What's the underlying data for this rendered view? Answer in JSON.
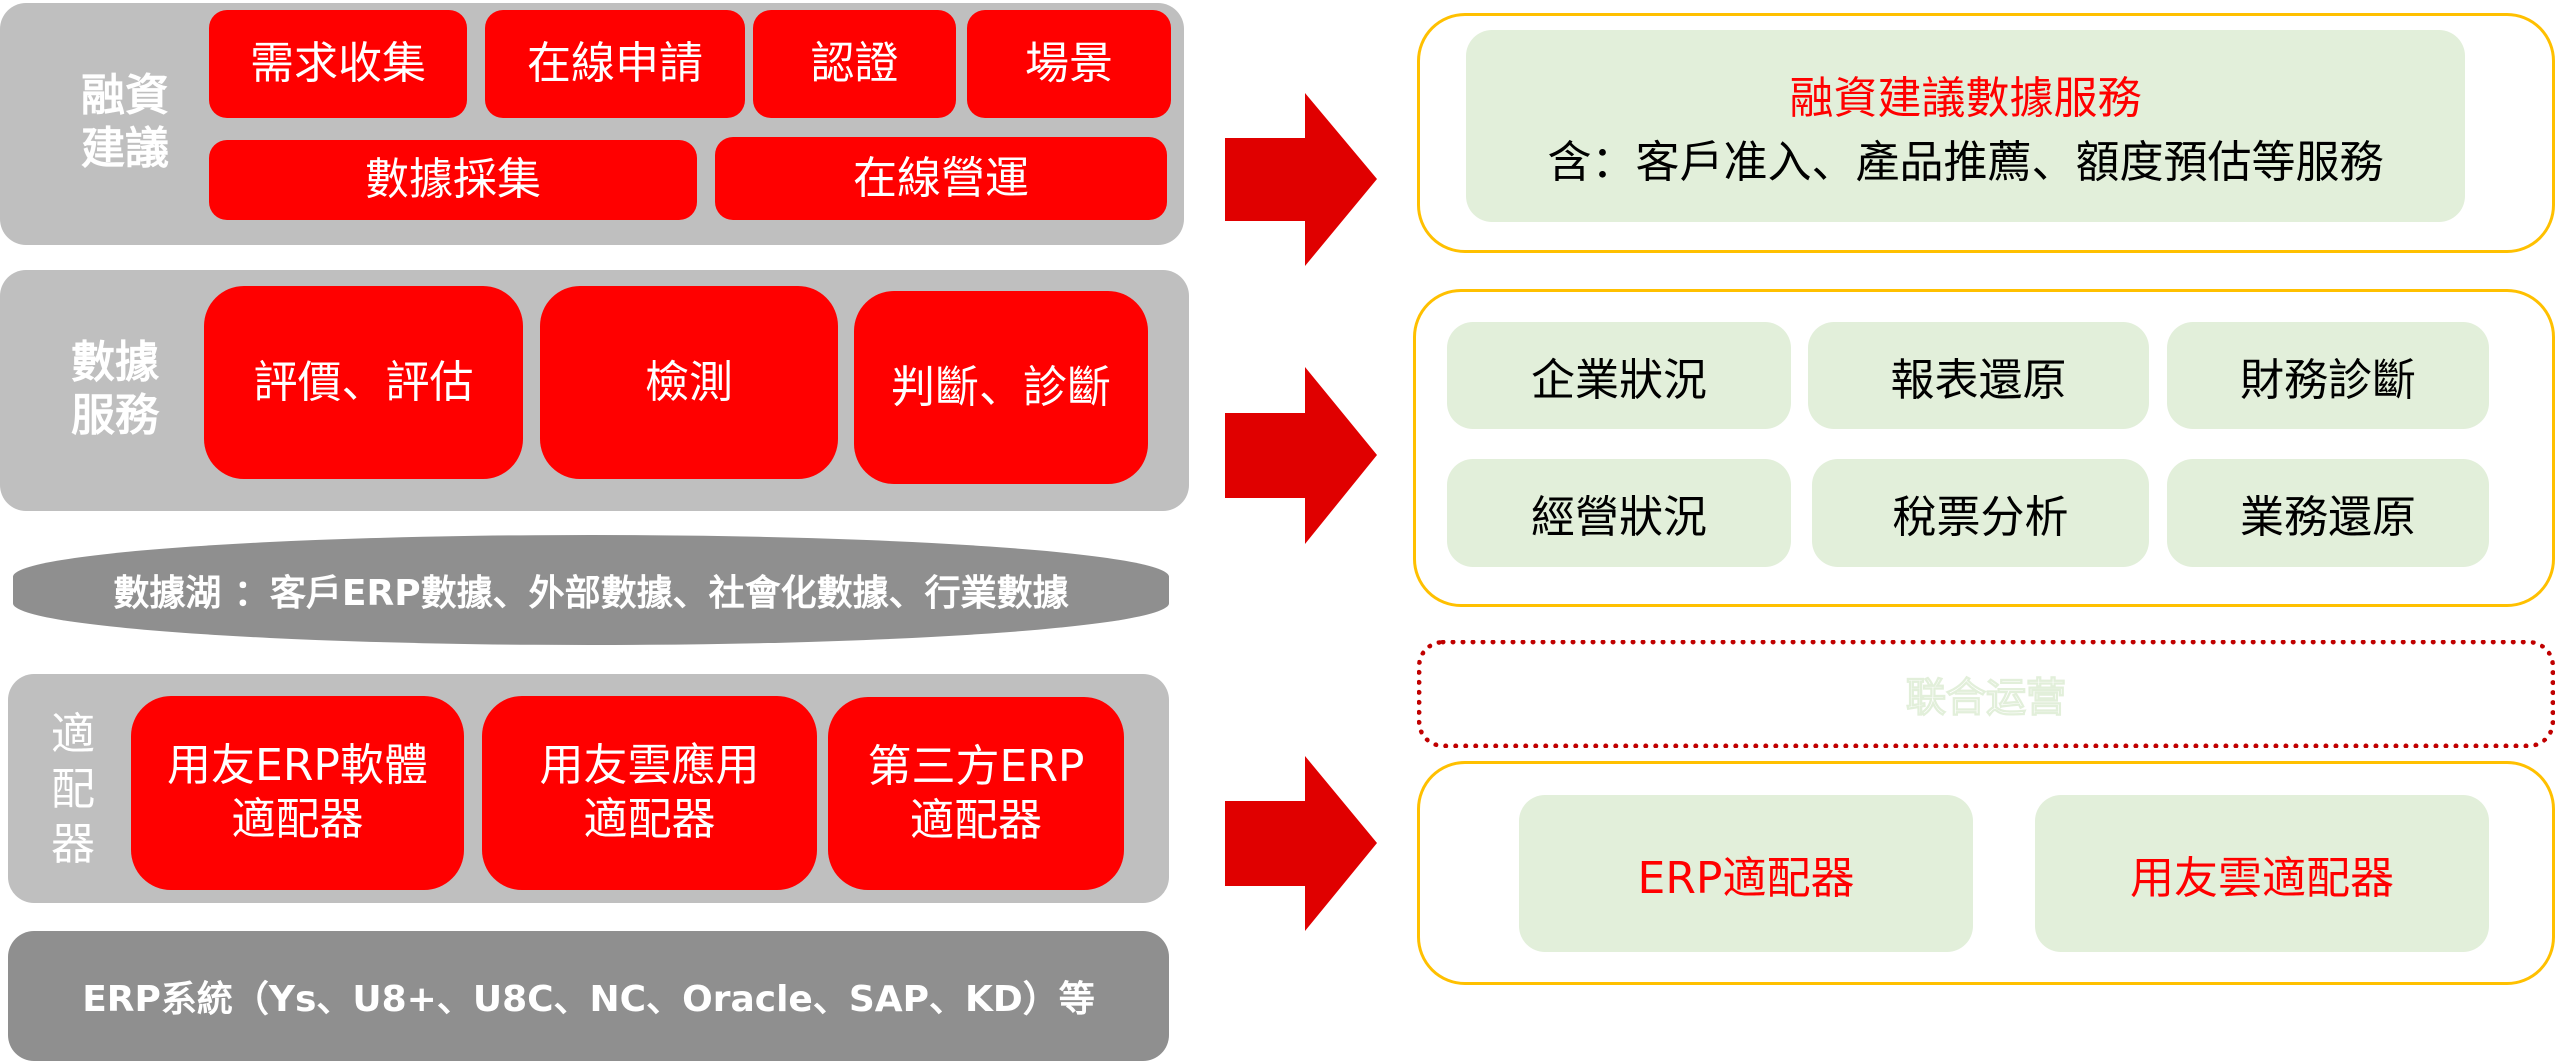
{
  "left": {
    "financing_advice": {
      "label": "融資建議",
      "items_row1": [
        "需求收集",
        "在線申請",
        "認證",
        "場景"
      ],
      "items_row2": [
        "數據採集",
        "在線營運"
      ]
    },
    "data_service": {
      "label": "數據服務",
      "items": [
        "評價、評估",
        "檢測",
        "判斷、診斷"
      ]
    },
    "data_lake": "數據湖 ：客戶ERP數據、外部數據、社會化數據、行業數據",
    "adapters": {
      "label": "適配器",
      "items": [
        "用友ERP軟體\n適配器",
        "用友雲應用\n適配器",
        "第三方ERP\n適配器"
      ]
    },
    "erp_systems": "ERP系統（Ys、U8+、U8C、NC、Oracle、SAP、KD）等"
  },
  "right": {
    "service_box": {
      "title": "融資建議數據服務",
      "subtitle": "含：客戶准入、產品推薦、額度預估等服務"
    },
    "analysis_grid": [
      "企業狀況",
      "報表還原",
      "財務診斷",
      "經營狀況",
      "稅票分析",
      "業務還原"
    ],
    "joint_operation": "联合运营",
    "adapter_box": [
      "ERP適配器",
      "用友雲適配器"
    ]
  },
  "colors": {
    "red": "#ff0000",
    "panel_gray": "#bfbfbf",
    "dark_gray": "#8f8f8f",
    "border_yellow": "#ffc000",
    "light_green": "#e2efda",
    "dashed_red": "#c00000",
    "arrow_red": "#e00000"
  }
}
